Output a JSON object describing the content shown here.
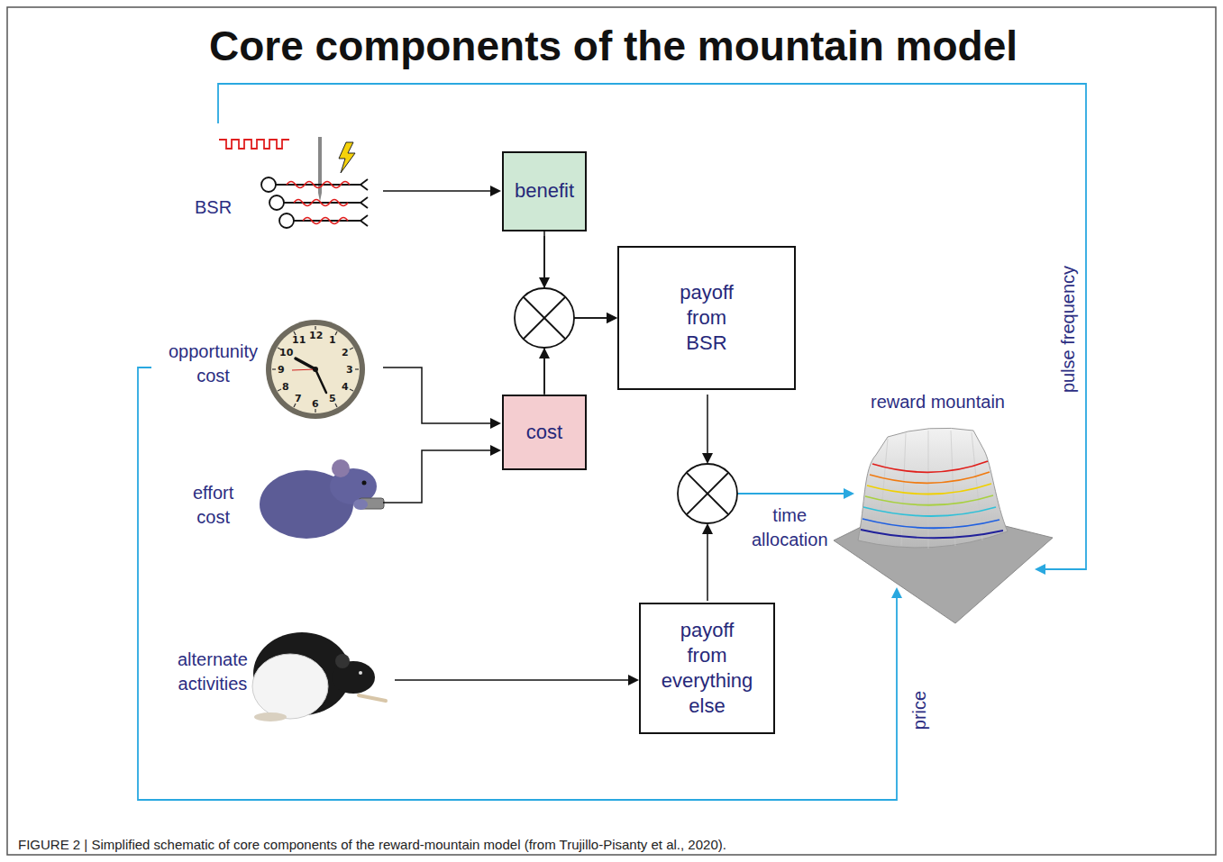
{
  "diagram": {
    "title": "Core components of the mountain model",
    "caption": "FIGURE 2 | Simplified schematic of core components of the reward-mountain model (from Trujillo-Pisanty et al., 2020).",
    "nodes": [
      {
        "text": [
          "benefit"
        ]
      },
      {
        "text": [
          "payoff from BSR"
        ]
      },
      {
        "text": [
          "cost"
        ]
      },
      {
        "text": [
          "payoff from everything else"
        ]
      }
    ],
    "edges": [
      {
        "from": 0,
        "to": 1,
        "arrow": "to"
      },
      {
        "from": 2,
        "to": 1,
        "arrow": "to"
      }
    ],
    "labels": [
      "BSR",
      "opportunity cost",
      "effort cost",
      "alternate activities",
      "reward mountain",
      "time allocation",
      "pulse frequency",
      "price",
      "12",
      "1",
      "2",
      "3",
      "4",
      "5",
      "6",
      "7",
      "8",
      "9",
      "10",
      "11"
    ]
  }
}
